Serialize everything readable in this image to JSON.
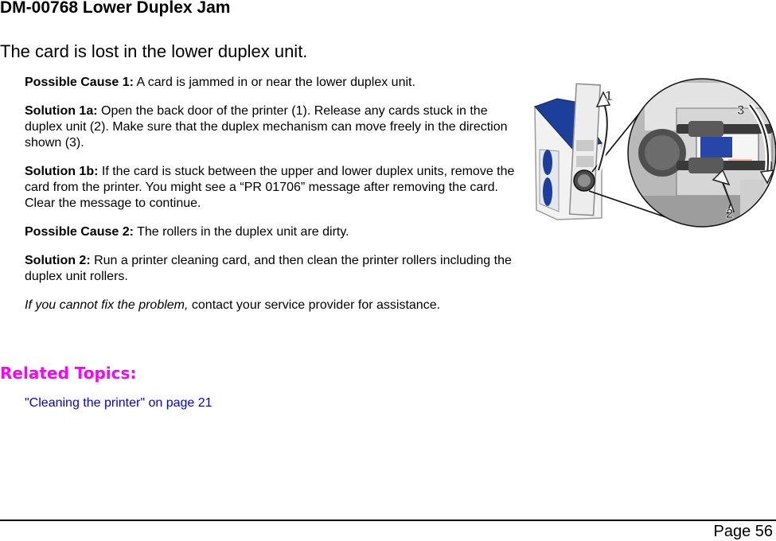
{
  "doc": {
    "title": "DM-00768 Lower Duplex Jam",
    "subtitle": "The card is lost in the lower duplex unit."
  },
  "content": {
    "cause1_label": "Possible Cause 1:",
    "cause1_text": " A card is jammed in or near the lower duplex unit.",
    "sol1a_label": "Solution 1a:",
    "sol1a_text": " Open the back door of the printer (1). Release any cards stuck in the duplex unit (2). Make sure that the duplex mechanism can move freely in the direction shown (3).",
    "sol1b_label": "Solution 1b:",
    "sol1b_text": " If the card is stuck between the upper and lower duplex units, remove the card from the printer. You might see a “PR 01706” message after removing the card. Clear the message to continue.",
    "cause2_label": "Possible Cause 2:",
    "cause2_text": " The rollers in the duplex unit are dirty.",
    "sol2_label": "Solution 2:",
    "sol2_text": " Run a printer cleaning card, and then clean the printer rollers including the duplex unit rollers.",
    "fallback_italic": "If you cannot fix the problem,",
    "fallback_text": " contact your service provider for assistance."
  },
  "related": {
    "heading": "Related Topics:",
    "link_text": "\"Cleaning the printer\" on page 21"
  },
  "figure": {
    "callout_1": "1",
    "callout_2": "2",
    "callout_3": "3"
  },
  "footer": {
    "page_label": "Page 56"
  },
  "colors": {
    "related_heading": "#ff00ff",
    "link": "#0000ff",
    "printer_blue": "#1c3f9c"
  }
}
